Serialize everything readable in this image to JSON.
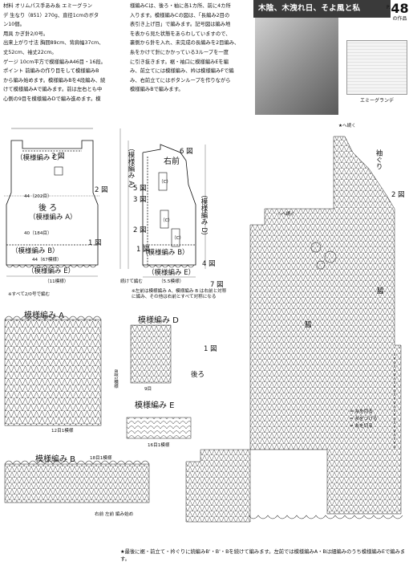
{
  "intro": {
    "lines": [
      "材料 オリムパス手あみ糸 エミーグラン",
      "デ 生なり（851）270g、直径1cmのボタ",
      "ン10個。",
      "用具 かぎ針2/0号。",
      "出来上がり寸法 胸囲89cm、背肩幅37cm、",
      "丈52cm、袖丈22cm。",
      "ゲージ 10cm平方で模様編みA46目・16段。",
      "ポイント 前編みの作り目をして模様編みB",
      "から編み始めます。模様編みBを4段編み、続",
      "けて模様編みAで編みます。前は左右とも中",
      "心側の9目を模様編みDで編み進めます。模"
    ],
    "right_lines": [
      "様編みCは、後ろ・袖に各1カ所、前に4カ所",
      "入ります。模様編みCの図は、「長編み2目の",
      "表引き上げ目」で編みます。記号図は編み地",
      "を表から見た状態をあらわしていますので、",
      "裏側から針を入れ、未完成の長編みを2目編み、",
      "糸をかけて針にかかっている3ループを一度",
      "に引き抜きます。裾・袖口に模様編みEを編",
      "み、前立てには模様編み、衿は模様編みFで編",
      "み、右前立てにはボタンループを作りながら",
      "模様編みBで編みます。"
    ]
  },
  "header": {
    "banner": "木陰、木洩れ日、そよ風と私",
    "badge_prefix": "P.",
    "badge_number": "48",
    "badge_sub": "の作品",
    "swatch_caption": "エミーグランデ"
  },
  "diagram": {
    "pattern_c": "（模様編み C）",
    "pattern_a_back": "後 ろ",
    "pattern_a_label": "（模様編み A）",
    "pattern_b": "（模様編み B）",
    "pattern_e": "（模様編み E）",
    "migi_mae": "右前",
    "pattern_d": "（模様編み D）",
    "c_box": "（C）",
    "fig1": "1 図",
    "fig2": "2 図",
    "fig3": "3 図",
    "fig4": "4 図",
    "fig5": "5 図",
    "fig6": "6 図",
    "fig7": "7 図",
    "note_left": "※すべて2/0号で編む",
    "note_right": "※左前は模様編み A、模様編み B は右前と対称に編み、その他は右前とすべて対称になる",
    "tsuzukete": "続けて編む",
    "w_back": "44（202目）",
    "w_back2": "40（184目）",
    "w_hem": "44（67模様）",
    "w_hem2": "（11模様）",
    "w_front": "（5.5模様）"
  },
  "charts": {
    "a_title": "模様編み A",
    "d_title": "模様編み D",
    "e_title": "模様編み E",
    "b_title": "模様編み B",
    "fig1_label": "1 図",
    "ushiro": "後ろ",
    "fig2_label": "2 図",
    "sodeguri": "袖ぐり",
    "waki": "脇",
    "waki2": "脇",
    "kata": "★へ続く",
    "kata2": "☆へ続く",
    "a_repeat": "12目1模様",
    "a_rows": "8段1模様",
    "d_repeat": "9目",
    "e_repeat": "16目1模様",
    "b_repeat": "18目1模様",
    "b_start": "右前 左前 編み始め",
    "legend_1": "= 糸を切る",
    "legend_2": "= 糸をつける",
    "legend_3": "= 糸を切る"
  },
  "footer": {
    "text": "★最後に裾・前立て・衿ぐりに続編みB'・B'・Bを続けて編みます。左前では模様編みA・Bは細編みのうち模様編みEで編みます。"
  }
}
